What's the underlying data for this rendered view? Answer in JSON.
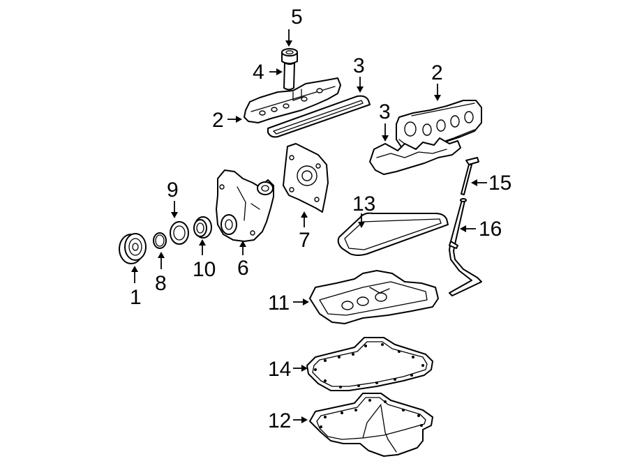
{
  "callouts": {
    "c1": "1",
    "c2a": "2",
    "c2b": "2",
    "c3a": "3",
    "c3b": "3",
    "c4": "4",
    "c5": "5",
    "c6": "6",
    "c7": "7",
    "c8": "8",
    "c9": "9",
    "c10": "10",
    "c11": "11",
    "c12": "12",
    "c13": "13",
    "c14": "14",
    "c15": "15",
    "c16": "16"
  },
  "colors": {
    "line": "#000000",
    "background": "#ffffff"
  }
}
